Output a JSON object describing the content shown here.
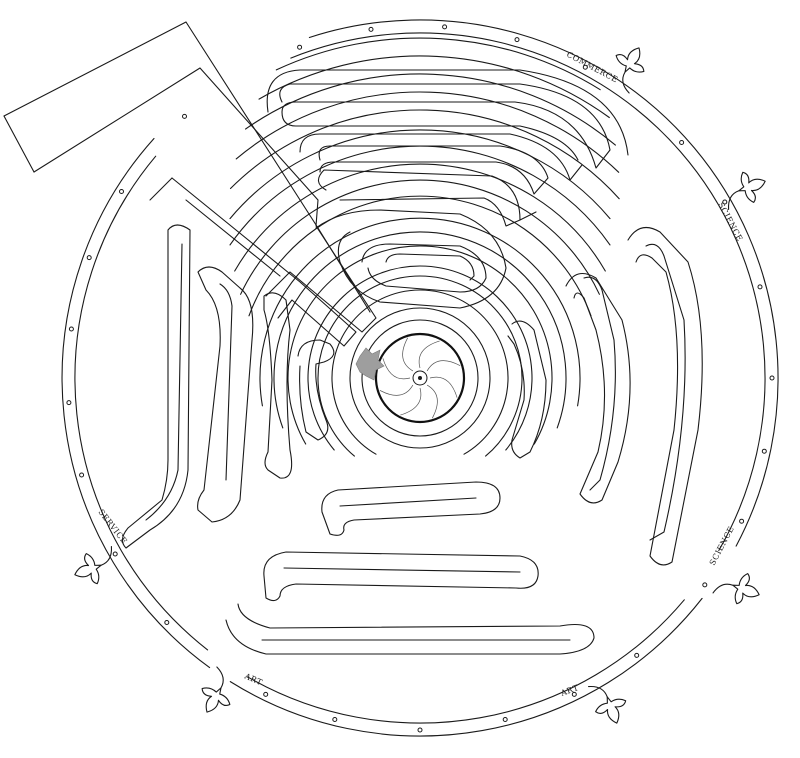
{
  "labels": {
    "commerce": "COMMERCE",
    "science_upper": "SCIENCE",
    "science_lower": "SCIENCE",
    "service": "SERVICE",
    "art_left": "ART",
    "art_right": "ART"
  },
  "colors": {
    "ink": "#1a1a1a",
    "paper": "#ffffff",
    "player_marker": "#9e9e9e"
  },
  "icons": {
    "goal": "rosette-icon",
    "player": "star-marker-icon",
    "ornament": "fleur-de-lis-icon"
  }
}
